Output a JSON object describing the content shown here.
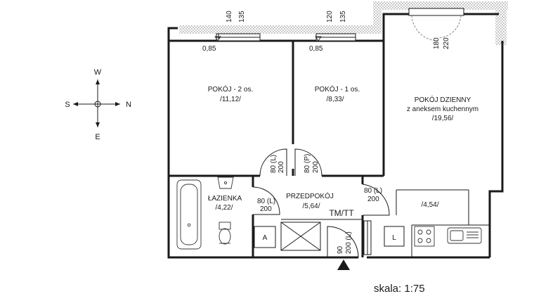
{
  "compass": {
    "north": "N",
    "south": "S",
    "west": "W",
    "east": "E"
  },
  "rooms": {
    "pokoj2": {
      "name": "POKÓJ - 2 os.",
      "area": "/11,12/"
    },
    "pokoj1": {
      "name": "POKÓJ - 1 os.",
      "area": "/8,33/"
    },
    "dzienny": {
      "name": "POKÓJ DZIENNY",
      "sub": "z aneksem kuchennym",
      "area": "/19,56/"
    },
    "lazienka": {
      "name": "ŁAZIENKA",
      "area": "/4,22/"
    },
    "przedpokoj": {
      "name": "PRZEDPOKÓJ",
      "area": "/5,64/"
    },
    "kitchen": {
      "area": "/4,54/"
    }
  },
  "windows": {
    "w1": {
      "width": "140",
      "height": "135",
      "sill": "0,85"
    },
    "w2": {
      "width": "120",
      "height": "135",
      "sill": "0,85"
    },
    "w3": {
      "width": "180",
      "height": "220"
    }
  },
  "doors": {
    "pokoj2": {
      "w": "80 (L)",
      "h": "200"
    },
    "pokoj1": {
      "w": "80 (P)",
      "h": "200"
    },
    "lazienka": {
      "w": "80 (L)",
      "h": "200"
    },
    "dzienny": {
      "w": "80 (L)",
      "h": "200"
    },
    "entrance": {
      "w": "90",
      "h": "200 (L)"
    }
  },
  "markers": {
    "a": "A",
    "l": "L",
    "tm": "TM/TT"
  },
  "scale": "skala: 1:75"
}
